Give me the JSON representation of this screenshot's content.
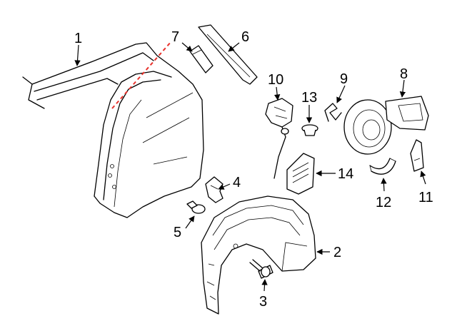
{
  "callouts": {
    "p1": "1",
    "p2": "2",
    "p3": "3",
    "p4": "4",
    "p5": "5",
    "p6": "6",
    "p7": "7",
    "p8": "8",
    "p9": "9",
    "p10": "10",
    "p11": "11",
    "p12": "12",
    "p13": "13",
    "p14": "14"
  },
  "colors": {
    "line": "#000000",
    "cut_line": "#e8322c",
    "background": "#ffffff"
  }
}
